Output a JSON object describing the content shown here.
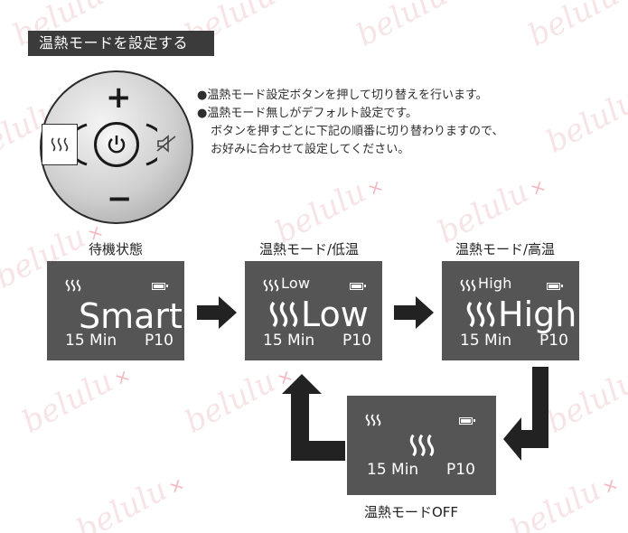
{
  "header": {
    "title": "温熱モードを設定する"
  },
  "dial": {
    "plus": "+",
    "minus": "−"
  },
  "instructions": {
    "line1": "●温熱モード設定ボタンを押して切り替えを行います。",
    "line2": "●温熱モード無しがデフォルト設定です。",
    "line3": "ボタンを押すごとに下記の順番に切り替わりますので、",
    "line4": "お好みに合わせて設定してください。"
  },
  "watermark": {
    "text": "belulu"
  },
  "states": {
    "standby": {
      "label": "待機状態",
      "mode_small": "",
      "main": "Smart",
      "timer": "15 Min",
      "power": "P10"
    },
    "low": {
      "label": "温熱モード/低温",
      "mode_small": "Low",
      "main": "Low",
      "timer": "15 Min",
      "power": "P10"
    },
    "high": {
      "label": "温熱モード/高温",
      "mode_small": "High",
      "main": "High",
      "timer": "15 Min",
      "power": "P10"
    },
    "off": {
      "label": "温熱モードOFF",
      "mode_small": "",
      "main": "",
      "timer": "15 Min",
      "power": "P10"
    }
  },
  "colors": {
    "display_bg": "#555555",
    "header_bg": "#3b3b3b",
    "watermark": "#f6e4e6",
    "arrow": "#222222"
  },
  "icons": [
    "heat-wave-icon",
    "power-icon",
    "mute-speaker-icon",
    "battery-icon",
    "arrow-right-icon",
    "arrow-return-icon"
  ]
}
